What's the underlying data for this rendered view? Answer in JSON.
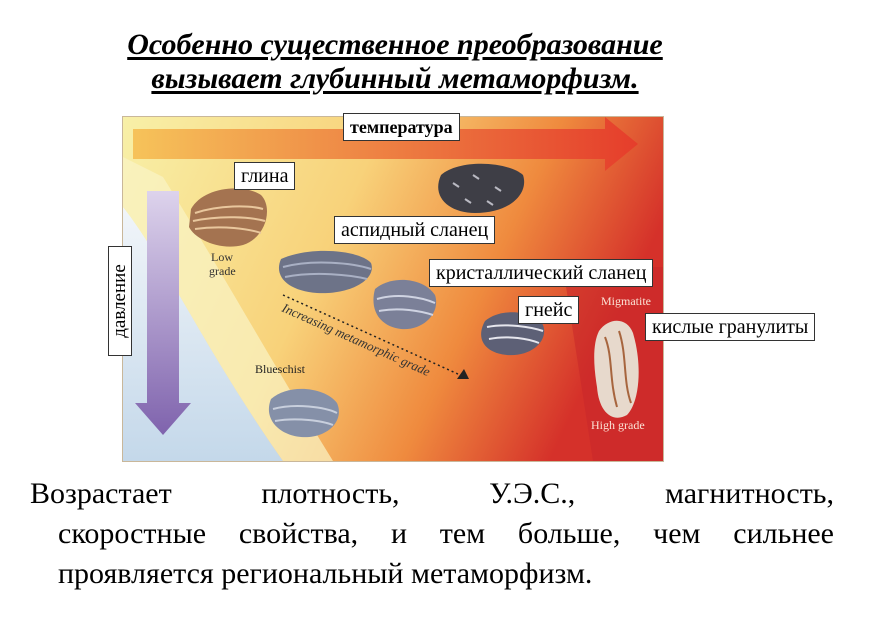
{
  "title": {
    "line1": "Особенно существенное преобразование",
    "line2": "вызывает глубинный метаморфизм."
  },
  "labels": {
    "temperature": "температура",
    "pressure": "давление",
    "clay": "глина",
    "slate": "аспидный сланец",
    "schist": "кристаллический сланец",
    "gneiss": "гнейс",
    "granulite": "кислые гранулиты"
  },
  "figure_text": {
    "low_grade": [
      "Low",
      "grade"
    ],
    "increasing": "Increasing metamorphic grade",
    "blueschist": "Blueschist",
    "migmatite": "Migmatite",
    "high_grade": "High grade"
  },
  "caption": {
    "line1": "Возрастает плотность, У.Э.С., магнитность,",
    "line2": "скоростные свойства, и тем больше, чем сильнее",
    "line3": "проявляется региональный метаморфизм."
  },
  "colors": {
    "bg_yellow": "#f7ee9a",
    "bg_orange": "#f6b55a",
    "bg_red": "#d8382a",
    "bg_blue": "#cfe0ef",
    "arrow_red": "#e8452e",
    "arrow_purple": "#8e74b4"
  }
}
